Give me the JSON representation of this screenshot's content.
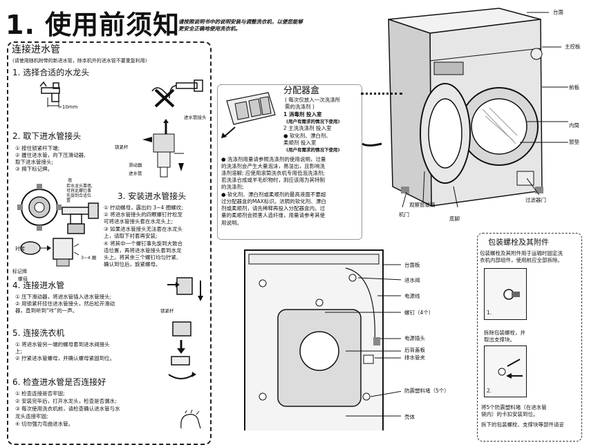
{
  "header": {
    "title": "1. 使用前须知",
    "subtitle_line1": "请按照说明书中的说明安装与调整洗衣机，以便您能够",
    "subtitle_line2": "更安全正确地使用洗衣机。"
  },
  "connect": {
    "title": "连接进水管",
    "note": "(请使用随机附带的新进水管，除本机外的进水管不要重复利用)",
    "s1_title": "1. 选择合适的水龙头",
    "s1_measure": ">10mm",
    "s2_title": "2. 取下进水管接头",
    "s2_lines": [
      "① 按住锁紧杆下端;",
      "② 握住进水管，向下压滑动器,",
      "取下进水管接头;",
      "③ 揭下标记牌。"
    ],
    "s2_labels": {
      "connector": "进水管接头",
      "lever": "锁紧杆",
      "slider": "滑动器",
      "hose": "进水管"
    },
    "s3_title": "3. 安装进水管接头",
    "s3_lines": [
      "① 拧动螺母，露出约 3~4 圈螺纹;",
      "② 将进水管接头的四颗螺钉拧松至",
      "可将进水管接头套在水龙头上;",
      "③ 如果进水管接头无法套在水龙头",
      "上，请取下衬套再安装;",
      "④ 将其中一个螺钉事先旋到大致合",
      "适位置，再将进水管接头套到水龙",
      "头上。将其余三个螺钉均匀拧紧,",
      "确认到位后，旋紧螺母。"
    ],
    "s3_note": [
      "墙",
      "若水龙头靠墙,",
      "可将此螺钉事",
      "先旋到合适位",
      "置"
    ],
    "s3_labels": {
      "bushing": "衬套",
      "turns": "3~4 圈",
      "tag": "标记牌",
      "nut": "螺母"
    },
    "s4_title": "4. 连接进水管",
    "s4_lines": [
      "① 压下滑动器，将进水管插入进水管接头;",
      "② 用锁紧杆挂住进水管接头，然后松开滑动",
      "器，直到听到“咔”的一声。"
    ],
    "s4_label": "锁紧杆",
    "s5_title": "5. 连接洗衣机",
    "s5_lines": [
      "① 将进水管另一端的螺母套到进水阀接头",
      "上;",
      "② 拧紧进水管螺母，并确认螺母紧固到位。"
    ],
    "s6_title": "6. 检查进水管是否连接好",
    "s6_lines": [
      "① 检查连接是否牢固;",
      "② 安装完毕后，打开水龙头，检查是否漏水;",
      "③ 每次使用洗衣机前，请检查确认进水管与水",
      "龙头连接牢固;",
      "④ 切勿强力弯曲进水管。"
    ]
  },
  "dispenser": {
    "title": "分配器盒",
    "sub": [
      "( 每次仅放入一次洗涤所",
      "需的洗涤剂 )"
    ],
    "items": [
      "1  消毒剂          投入室",
      "(用户有需求的情况下使用)",
      "2  主洗洗涤剂    投入室",
      "●  软化剂、漂白剂、",
      "    柔顺剂   投入室",
      "(用户有需求的情况下使用)"
    ],
    "notes": [
      "● 洗涤剂用量请参照洗涤剂的使用说明，过量",
      "的洗涤剂会产生大量泡沫，易溢出，且影响洗",
      "涤剂溶解; 应使用滚筒洗衣机专用低泡洗涤剂;",
      "若洗涤合成或羊毛织物时，则应该用为其特制",
      "的洗涤剂;",
      "● 软化剂、漂白剂或柔顺剂的最高液面不要超",
      "过分配器盒的MAX标识。浓稠的软化剂、漂白",
      "剂或柔顺剂，请先稀释再投入分配器盒内。过",
      "量的柔顺剂会损害人造纤维，用量请参考其使",
      "用说明。"
    ]
  },
  "machine_front": {
    "labels": {
      "top": "台面",
      "panel": "主控板",
      "front": "前板",
      "drum": "内筒",
      "gasket": "窗垫",
      "filter": "过滤器门",
      "glass": "观察窗玻璃",
      "door": "机门",
      "foot": "底脚"
    }
  },
  "machine_back": {
    "labels": [
      "台面板",
      "进水阀",
      "电源线",
      "螺钉（4个）",
      "电源插头",
      "后背盖板",
      "排水管夹",
      "防震塑料堵（5个）",
      "壳体"
    ]
  },
  "accessories": {
    "title": "包装螺栓及其附件",
    "lines": [
      "包装螺栓及其附件用于运输时固定洗",
      "衣机内部组件，使用前应全部拆除。"
    ],
    "step1_num": "1.",
    "step1_caption": [
      "拆除包装螺栓，并",
      "取出支撑块。"
    ],
    "step2_num": "2.",
    "step2_caption": [
      "将5个防震塑料堵（在进水管",
      "袋内）的卡扣安装到位。"
    ],
    "bottom": "拆下的包装螺栓、支撑块等部件请妥"
  }
}
